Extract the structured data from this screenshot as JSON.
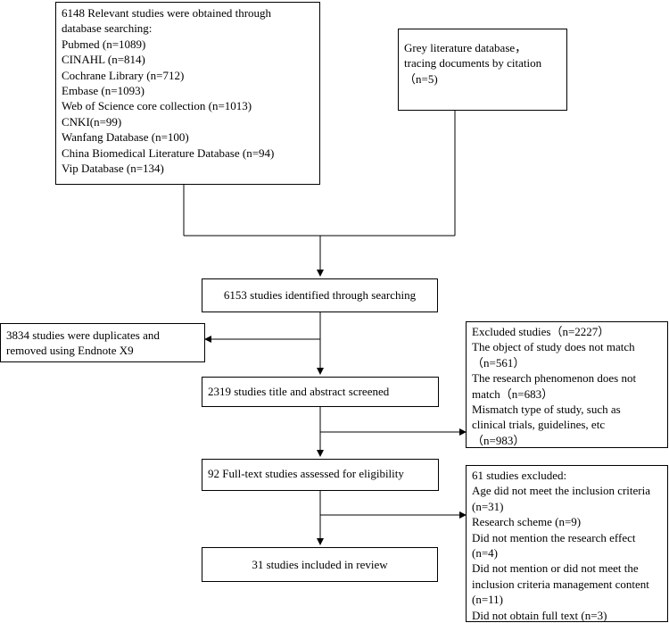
{
  "database_box": {
    "lines": [
      "6148 Relevant studies were obtained through",
      "database searching:",
      "Pubmed (n=1089)",
      "CINAHL (n=814)",
      "Cochrane Library (n=712)",
      "Embase (n=1093)",
      "Web of Science core collection (n=1013)",
      "CNKI(n=99)",
      "Wanfang Database (n=100)",
      "China Biomedical Literature Database (n=94)",
      "Vip Database (n=134)"
    ]
  },
  "grey_box": {
    "lines": [
      "Grey literature database，",
      "tracing documents by citation",
      "（n=5)"
    ]
  },
  "identified_box": {
    "text": "6153 studies identified through  searching"
  },
  "duplicates_box": {
    "lines": [
      "3834 studies were duplicates and",
      "removed using Endnote X9"
    ]
  },
  "screened_box": {
    "text": "2319 studies title and abstract screened"
  },
  "excluded_box": {
    "lines": [
      "Excluded studies（n=2227）",
      "The object of study does not match",
      "（n=561）",
      "The research phenomenon does not",
      "match（n=683）",
      "Mismatch type of study, such as",
      "clinical trials, guidelines, etc",
      "（n=983）"
    ]
  },
  "fulltext_box": {
    "text": "92 Full-text studies assessed for eligibility"
  },
  "fulltext_excluded_box": {
    "lines": [
      "61 studies excluded:",
      "Age did not meet the inclusion criteria",
      "(n=31)",
      "Research scheme (n=9)",
      "Did not mention the research effect",
      "(n=4)",
      "Did not mention or did not meet the",
      "inclusion criteria management content",
      "(n=11)",
      "Did not obtain full text (n=3)"
    ]
  },
  "included_box": {
    "text": "31 studies included in review"
  }
}
